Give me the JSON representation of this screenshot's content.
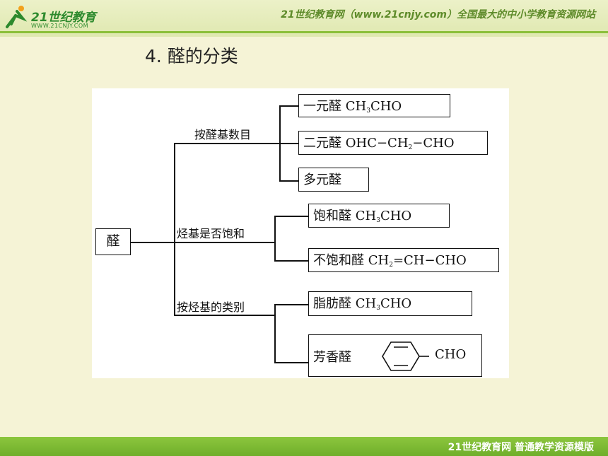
{
  "header": {
    "logo_text": "21世纪教育",
    "logo_sub": "WWW.21CNJY.COM",
    "title": "21世纪教育网（www.21cnjy.com）全国最大的中小学教育资源网站"
  },
  "slide": {
    "title": "4. 醛的分类"
  },
  "diagram": {
    "root": "醛",
    "branches": [
      {
        "label": "按醛基数目",
        "leaves": [
          {
            "name": "一元醛",
            "formula": [
              "CH",
              "3",
              "CHO"
            ]
          },
          {
            "name": "二元醛",
            "formula": [
              "OHC−CH",
              "2",
              "−CHO"
            ]
          },
          {
            "name": "多元醛",
            "formula": []
          }
        ]
      },
      {
        "label": "烃基是否饱和",
        "leaves": [
          {
            "name": "饱和醛",
            "formula": [
              "CH",
              "3",
              "CHO"
            ]
          },
          {
            "name": "不饱和醛",
            "formula": [
              "CH",
              "2",
              "=CH−CHO"
            ]
          }
        ]
      },
      {
        "label": "按烃基的类别",
        "leaves": [
          {
            "name": "脂肪醛",
            "formula": [
              "CH",
              "3",
              "CHO"
            ]
          },
          {
            "name": "芳香醛",
            "formula": [
              "CHO"
            ]
          }
        ]
      }
    ]
  },
  "footer": {
    "text": "21世纪教育网    普通教学资源模版"
  }
}
